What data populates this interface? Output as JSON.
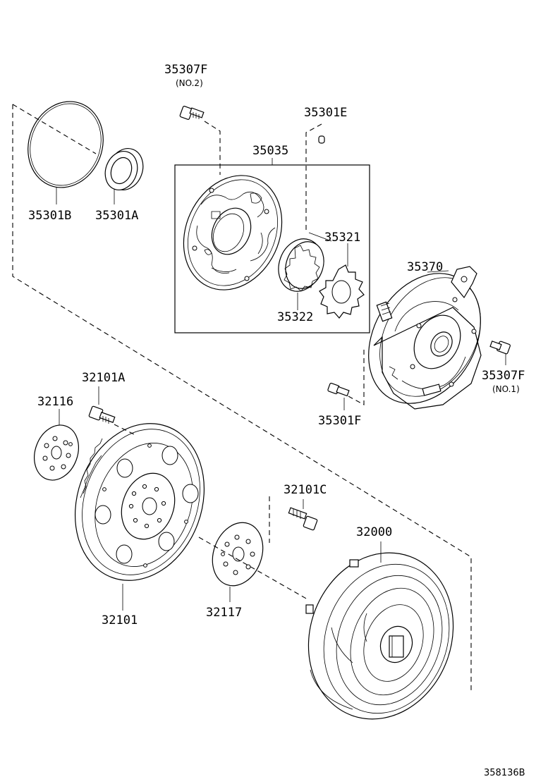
{
  "labels": {
    "p35307f_top": "35307F",
    "p35307f_top_sub": "(NO.2)",
    "p35301e": "35301E",
    "p35035": "35035",
    "p35301b": "35301B",
    "p35301a": "35301A",
    "p35321": "35321",
    "p35322": "35322",
    "p35370": "35370",
    "p35307f_right": "35307F",
    "p35307f_right_sub": "(NO.1)",
    "p35301f": "35301F",
    "p32101a": "32101A",
    "p32116": "32116",
    "p32101c": "32101C",
    "p32000": "32000",
    "p32101": "32101",
    "p32117": "32117"
  },
  "diagram_code": "358136B"
}
